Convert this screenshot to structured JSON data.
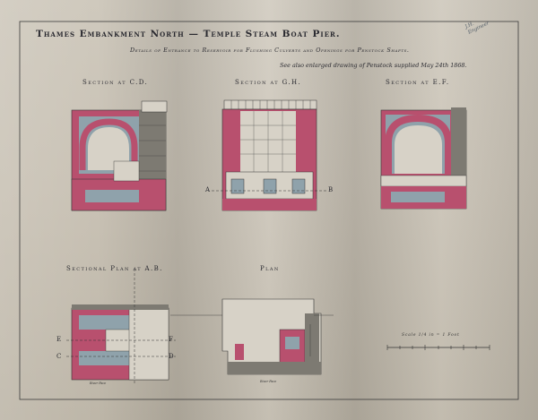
{
  "title": "Thames Embankment North — Temple Steam Boat Pier.",
  "subtitle": "Details of Entrance to Reservoir for Flushing Culverts and Openings for Penstock Shafts.",
  "note": "See also enlarged drawing of Penstock supplied May 24th 1868.",
  "sections": {
    "cd": "Section at C.D.",
    "gh": "Section at G.H.",
    "ef": "Section at E.F.",
    "plan_ab": "Sectional Plan at A.B.",
    "plan": "Plan"
  },
  "markers": {
    "a": "A",
    "b": "B",
    "c": "C",
    "d": "D",
    "e": "E",
    "f": "F"
  },
  "scale": {
    "text": "Scale 1/4 in = 1 Foot"
  },
  "annotations": {
    "river_face_1": "River Face",
    "river_face_2": "River Face"
  },
  "signature": {
    "line1": "J.H.",
    "line2": "Engineer"
  },
  "colors": {
    "paper": "#cbc4b7",
    "brick": "#b8506e",
    "water": "#8fa2ab",
    "stone": "#d7d2c7",
    "ink": "#2a2a30",
    "granite": "#7d7a72"
  }
}
